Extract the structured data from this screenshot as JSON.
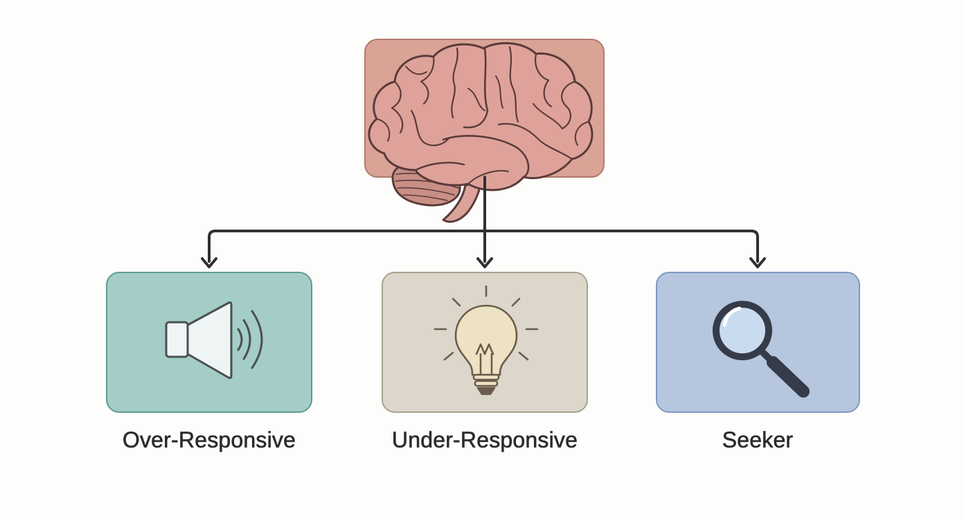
{
  "root": {
    "icon": "brain-icon",
    "fill": "#d9a396"
  },
  "categories": [
    {
      "label": "Over-Responsive",
      "icon": "speaker-icon",
      "fill": "#a3cdc6",
      "stroke": "#5f9c8f"
    },
    {
      "label": "Under-Responsive",
      "icon": "lightbulb-icon",
      "fill": "#dcd6cb",
      "stroke": "#a8a28f"
    },
    {
      "label": "Seeker",
      "icon": "magnifying-glass-icon",
      "fill": "#b5c6de",
      "stroke": "#7f98c2"
    }
  ],
  "connector_color": "#2f2f33"
}
